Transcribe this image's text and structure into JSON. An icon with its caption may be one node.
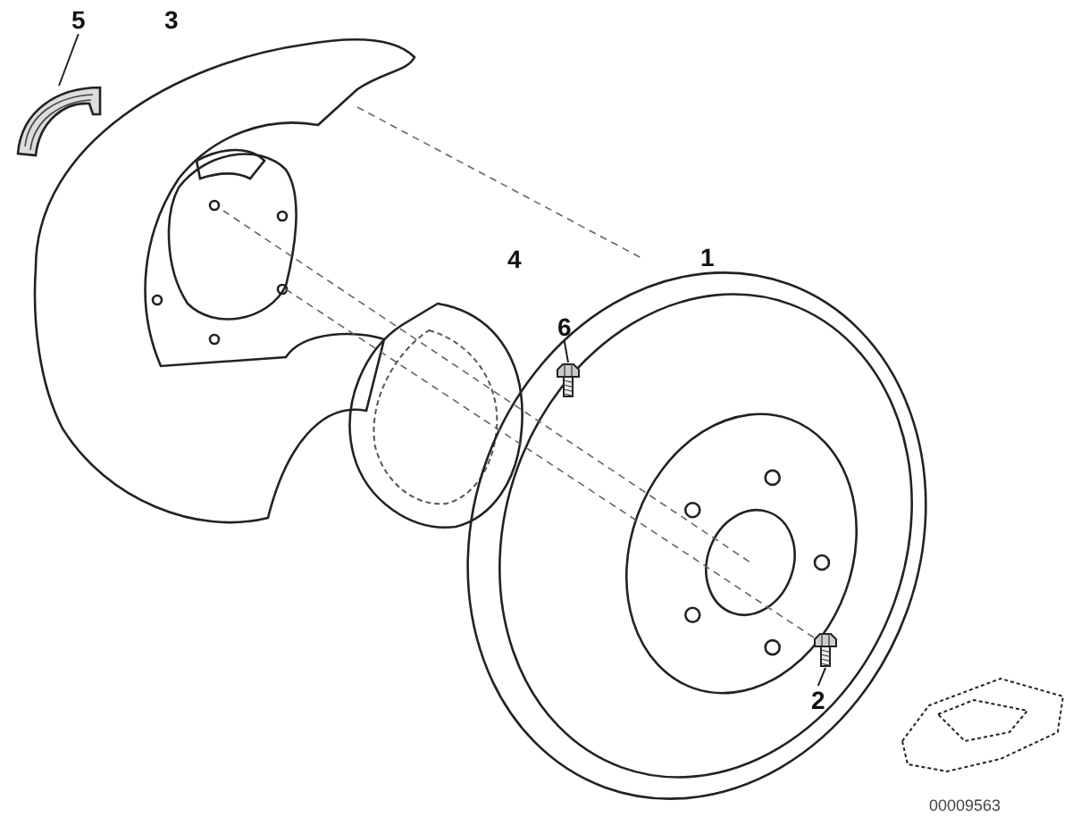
{
  "diagram": {
    "nodes": [
      {
        "text": [
          "5"
        ]
      },
      {
        "text": [],
        "shape": "picture"
      },
      {
        "text": [
          "6"
        ]
      },
      {
        "text": [],
        "shape": "picture"
      },
      {
        "text": [
          "2"
        ]
      },
      {
        "text": [],
        "shape": "picture"
      }
    ],
    "edges": [
      {
        "from": 0,
        "to": 1,
        "arrow": "none"
      },
      {
        "from": 2,
        "to": 3,
        "arrow": "none"
      },
      {
        "from": 4,
        "to": 5,
        "arrow": "none"
      }
    ],
    "labels": [
      "3",
      "4",
      "1",
      "00009563"
    ]
  }
}
